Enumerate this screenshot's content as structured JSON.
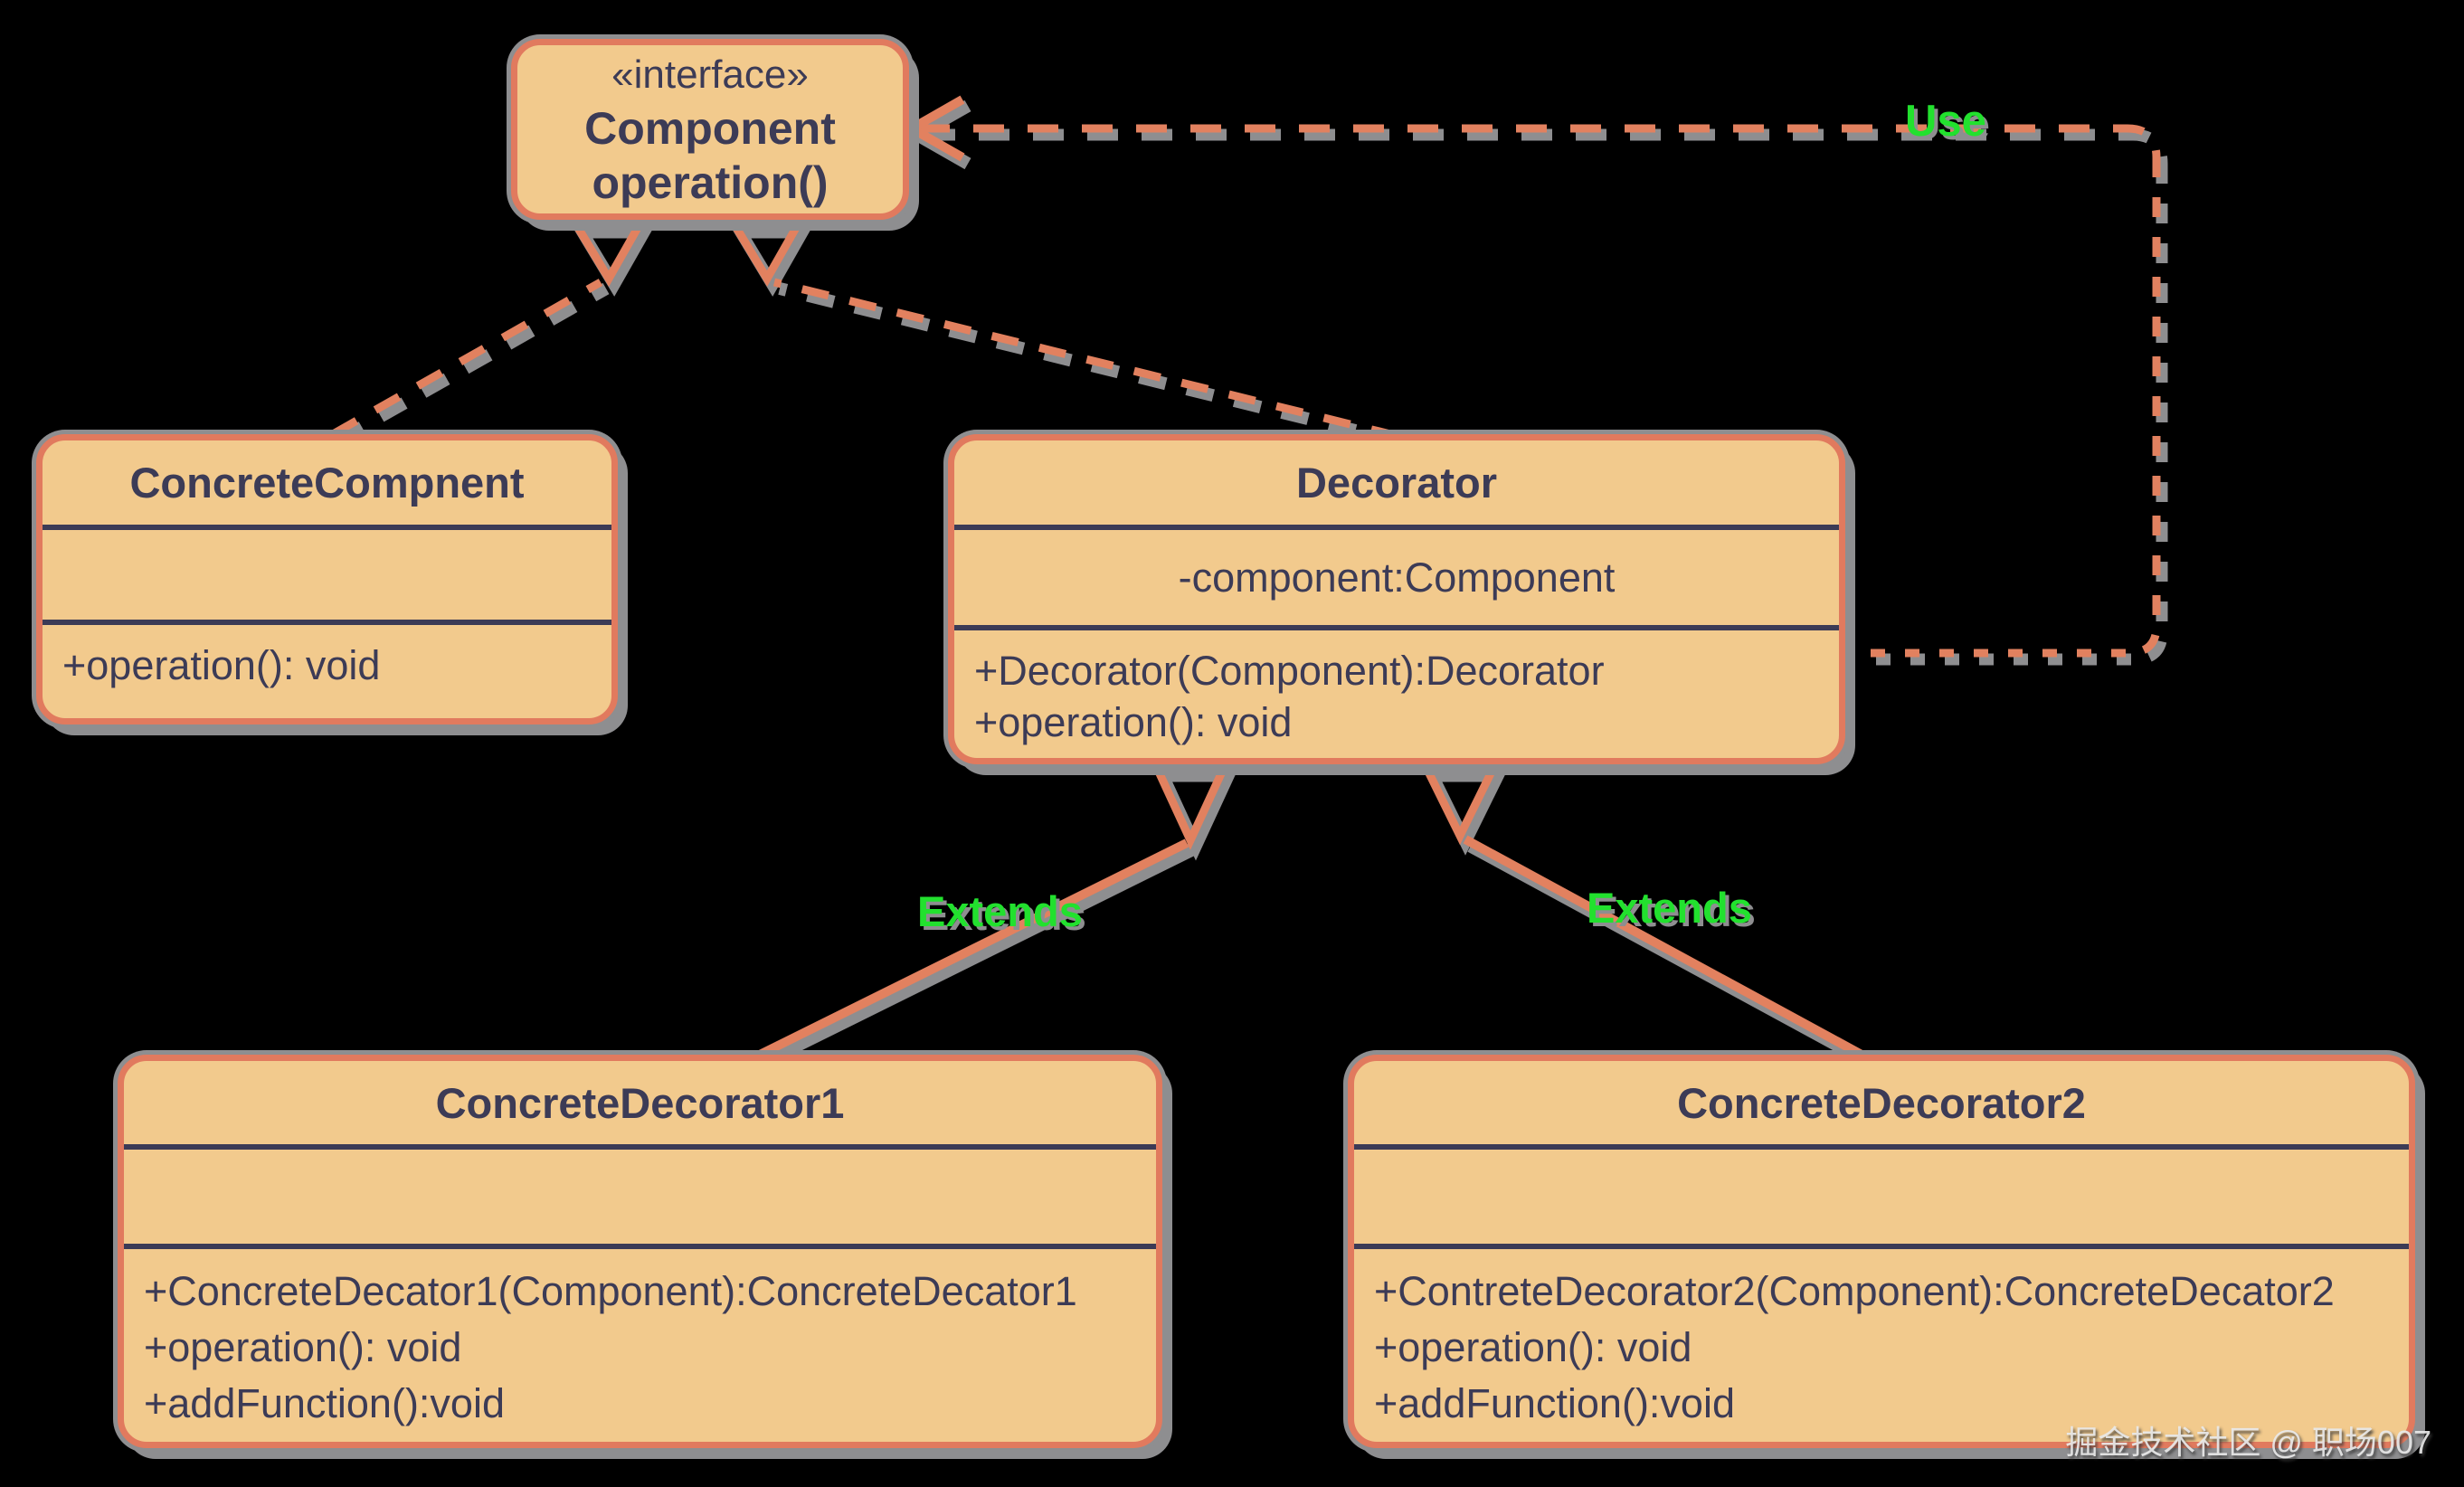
{
  "diagram": {
    "title_hint": "Decorator pattern UML class diagram",
    "colors": {
      "background": "#000000",
      "box_fill": "#f2ca8d",
      "box_border": "#e17a5e",
      "separator": "#3c3b56",
      "text": "#3c3b56",
      "connector": "#e2815f",
      "connector_shadow": "#8e8e90",
      "label_green": "#22e12e",
      "watermark_gray": "#e9e9e9"
    },
    "classes": [
      {
        "id": "component",
        "stereotype": "«interface»",
        "name": "Component",
        "operation": "operation()"
      },
      {
        "id": "concrete_component",
        "name": "ConcreteCompnent",
        "attributes": [],
        "methods": [
          "+operation(): void"
        ]
      },
      {
        "id": "decorator",
        "name": "Decorator",
        "attributes": [
          "-component:Component"
        ],
        "methods": [
          "+Decorator(Component):Decorator",
          "+operation(): void"
        ]
      },
      {
        "id": "concrete_decorator1",
        "name": "ConcreteDecorator1",
        "attributes": [],
        "methods": [
          "+ConcreteDecator1(Component):ConcreteDecator1",
          "+operation(): void",
          "+addFunction():void"
        ]
      },
      {
        "id": "concrete_decorator2",
        "name": "ConcreteDecorator2",
        "attributes": [],
        "methods": [
          "+ContreteDecorator2(Component):ConcreteDecator2",
          "+operation(): void",
          "+addFunction():void"
        ]
      }
    ],
    "relationships": [
      {
        "from": "ConcreteCompnent",
        "to": "Component",
        "type": "realization (dashed, hollow triangle)"
      },
      {
        "from": "Decorator",
        "to": "Component",
        "type": "realization (dashed, hollow triangle)"
      },
      {
        "from": "ConcreteDecorator1",
        "to": "Decorator",
        "type": "generalization (solid, hollow triangle)",
        "label": "Extends"
      },
      {
        "from": "ConcreteDecorator2",
        "to": "Decorator",
        "type": "generalization (solid, hollow triangle)",
        "label": "Extends"
      },
      {
        "from": "Decorator",
        "to": "Component",
        "type": "dependency (dotted, open arrow)",
        "label": "Use"
      }
    ],
    "labels": {
      "use": "Use",
      "extends_left": "Extends",
      "extends_right": "Extends"
    },
    "watermark": "掘金技术社区 @ 职场007"
  }
}
